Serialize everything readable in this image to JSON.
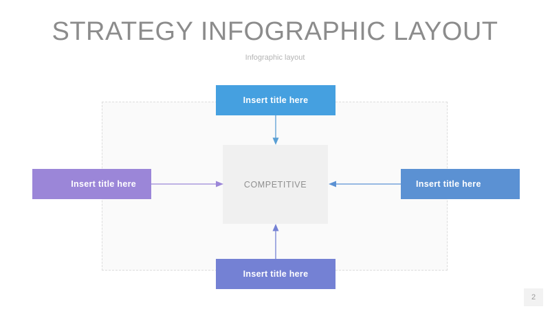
{
  "header": {
    "title": "STRATEGY INFOGRAPHIC LAYOUT",
    "subtitle": "Infographic layout",
    "title_color": "#8c8c8c",
    "subtitle_color": "#b4b4b4"
  },
  "diagram": {
    "center": {
      "label": "COMPETITIVE",
      "fill": "#f0f0f0",
      "text_color": "#8f8f8f"
    },
    "frame": {
      "fill": "#fafafa",
      "border_color": "#dcdcdc",
      "border_style": "dashed"
    },
    "nodes": [
      {
        "id": "top",
        "label": "Insert title here",
        "fill": "#45a0e0",
        "text_color": "#ffffff",
        "position": "top"
      },
      {
        "id": "left",
        "label": "Insert title here",
        "fill": "#9b86d8",
        "text_color": "#ffffff",
        "position": "left"
      },
      {
        "id": "right",
        "label": "Insert title here",
        "fill": "#5b91d3",
        "text_color": "#ffffff",
        "position": "right"
      },
      {
        "id": "bottom",
        "label": "Insert title here",
        "fill": "#7481d4",
        "text_color": "#ffffff",
        "position": "bottom"
      }
    ],
    "connectors": [
      {
        "id": "top-to-center",
        "from": "top",
        "to": "center",
        "direction": "down",
        "color": "#5a9fd4"
      },
      {
        "id": "left-to-center",
        "from": "left",
        "to": "center",
        "direction": "right",
        "color": "#9b86d8"
      },
      {
        "id": "right-to-center",
        "from": "right",
        "to": "center",
        "direction": "left",
        "color": "#5b91d3"
      },
      {
        "id": "bottom-to-center",
        "from": "bottom",
        "to": "center",
        "direction": "up",
        "color": "#7481d4"
      }
    ]
  },
  "footer": {
    "page_number": "2",
    "badge_fill": "#f2f2f2",
    "text_color": "#9a9a9a"
  }
}
